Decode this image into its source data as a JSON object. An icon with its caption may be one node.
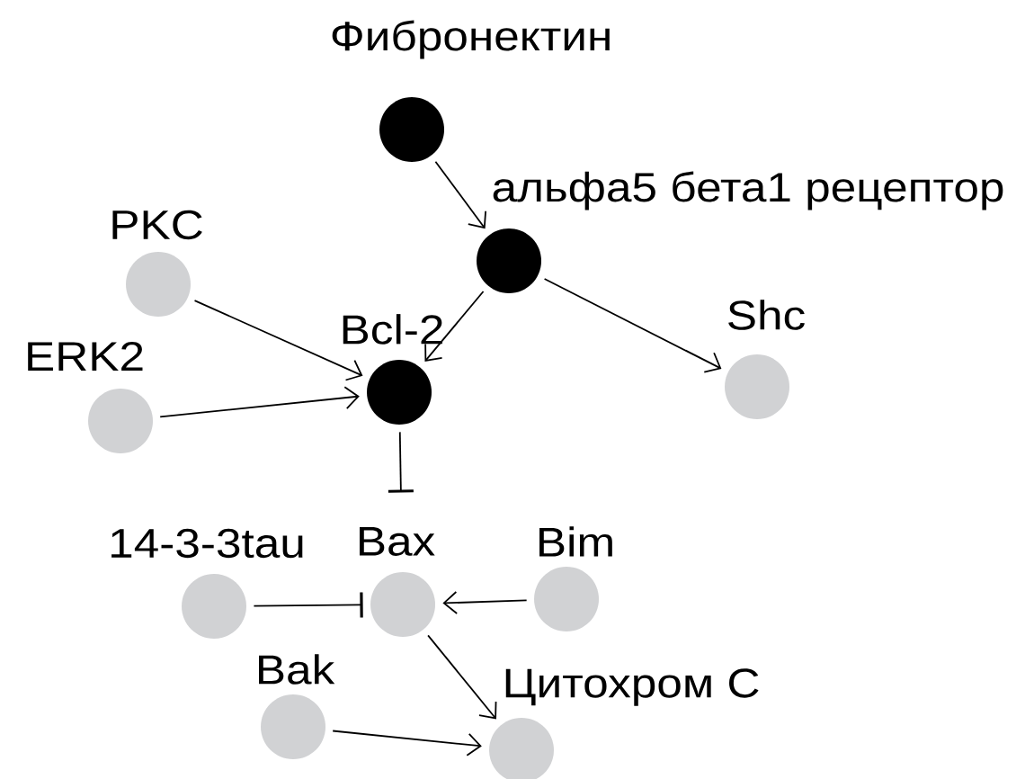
{
  "diagram": {
    "nodes": [
      {
        "text": [
          "Фибронектин"
        ]
      },
      {
        "text": [
          "альфа5 бета1 рецептор"
        ]
      },
      {
        "text": [
          "PKC"
        ]
      },
      {
        "text": [
          "Bcl-2"
        ]
      },
      {
        "text": [
          "ERK2"
        ]
      },
      {
        "text": [
          "Shc"
        ]
      },
      {
        "text": [
          "14-3-3tau"
        ]
      },
      {
        "text": [
          "Bax"
        ]
      },
      {
        "text": [
          "Bim"
        ]
      },
      {
        "text": [
          "Bak"
        ]
      },
      {
        "text": [
          "Цитохром С"
        ]
      }
    ],
    "edges": [
      {
        "from": 0,
        "to": 1,
        "arrow": "to"
      },
      {
        "from": 1,
        "to": 3,
        "arrow": "to"
      },
      {
        "from": 1,
        "to": 5,
        "arrow": "to"
      },
      {
        "from": 2,
        "to": 3,
        "arrow": "to"
      },
      {
        "from": 4,
        "to": 3,
        "arrow": "to"
      },
      {
        "from": 3,
        "to": 7,
        "arrow": "other"
      },
      {
        "from": 6,
        "to": 7,
        "arrow": "other"
      },
      {
        "from": 8,
        "to": 7,
        "arrow": "to"
      },
      {
        "from": 7,
        "to": 10,
        "arrow": "to"
      },
      {
        "from": 9,
        "to": 10,
        "arrow": "to"
      }
    ]
  }
}
